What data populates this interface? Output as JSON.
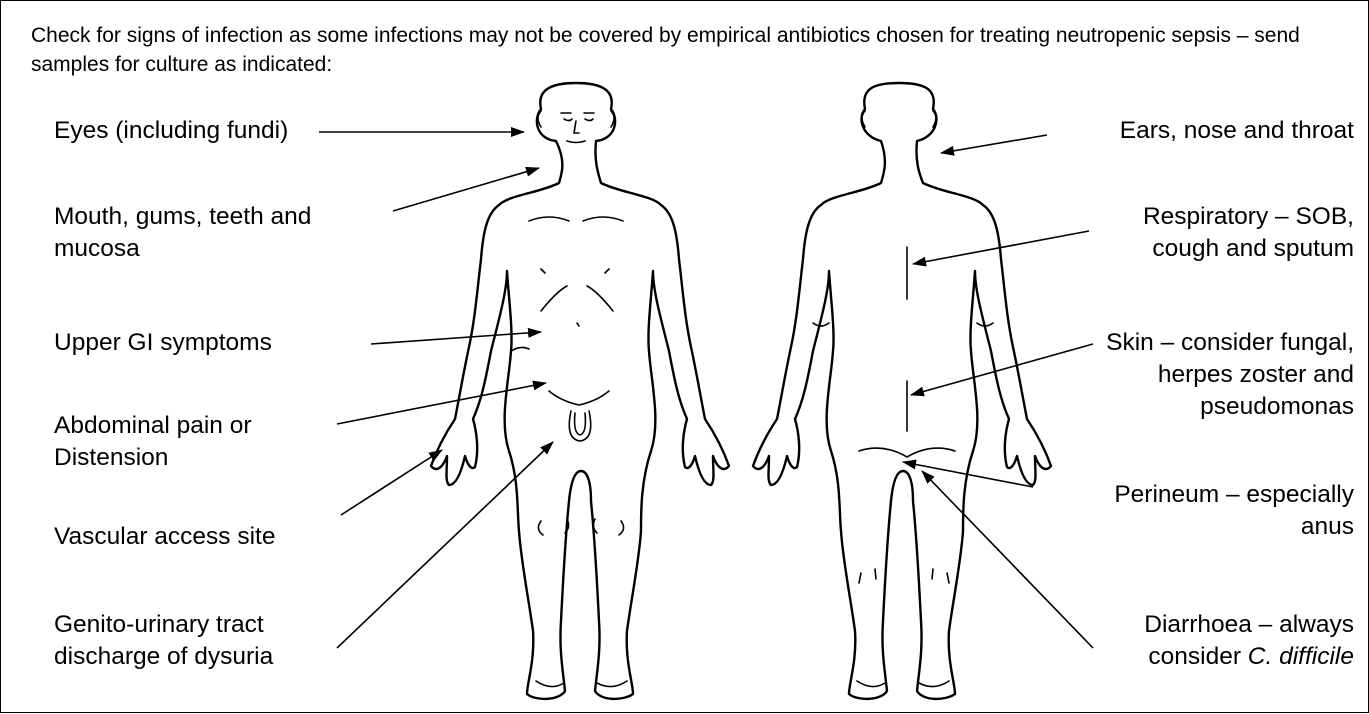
{
  "intro_text": "Check for signs of infection as some infections may not be covered by empirical antibiotics chosen for treating neutropenic sepsis – send samples for culture as indicated:",
  "front_labels": {
    "eyes": [
      "Eyes (including fundi)"
    ],
    "mouth": [
      "Mouth, gums, teeth and",
      "mucosa"
    ],
    "upper_gi": [
      "Upper GI symptoms"
    ],
    "abdominal": [
      "Abdominal pain or",
      "Distension"
    ],
    "vascular": [
      "Vascular access site"
    ],
    "genito": [
      "Genito-urinary tract",
      "discharge of dysuria"
    ]
  },
  "back_labels": {
    "ent": [
      "Ears, nose and throat"
    ],
    "respiratory": [
      "Respiratory – SOB,",
      "cough and sputum"
    ],
    "skin": [
      "Skin – consider fungal,",
      "herpes zoster and",
      "pseudomonas"
    ],
    "perineum": [
      "Perineum – especially",
      "anus"
    ],
    "diarrhoea_line1": "Diarrhoea – always",
    "diarrhoea_line2_prefix": "consider ",
    "diarrhoea_line2_italic": "C. difficile"
  }
}
